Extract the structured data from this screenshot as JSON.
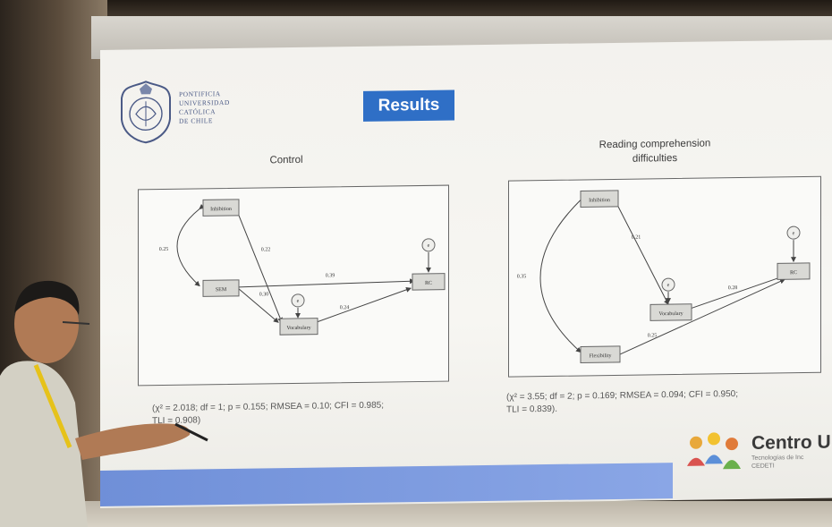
{
  "logo": {
    "lines": [
      "PONTIFICIA",
      "UNIVERSIDAD",
      "CATÓLICA",
      "DE CHILE"
    ]
  },
  "slide": {
    "title": "Results",
    "left_panel": {
      "title": "Control",
      "nodes": [
        "Inhibition",
        "SEM",
        "Vocabulary",
        "RC",
        "e",
        "e"
      ],
      "coefficients": [
        "0.25",
        "0.22",
        "0.39",
        "0.30",
        "0.24"
      ],
      "fit_line1": "(χ² = 2.018; df = 1; p = 0.155; RMSEA = 0.10; CFI = 0.985;",
      "fit_line2": "TLI = 0.908)"
    },
    "right_panel": {
      "title_line1": "Reading comprehension",
      "title_line2": "difficulties",
      "nodes": [
        "Inhibition",
        "Vocabulary",
        "RC",
        "Flexibility",
        "e",
        "e"
      ],
      "coefficients": [
        "0.35",
        "0.21",
        "0.28",
        "0.25"
      ],
      "fit_line1": "(χ² = 3.55; df = 2; p = 0.169; RMSEA = 0.094; CFI = 0.950;",
      "fit_line2": "TLI = 0.839)."
    },
    "centro": {
      "title": "Centro U",
      "sub_line1": "Tecnologías de Inc",
      "sub_line2": "CEDETI"
    }
  },
  "colors": {
    "accent_blue": "#2f6fc6",
    "band_blue": "#7f9ce0",
    "screen_white": "#f5f4f0"
  }
}
